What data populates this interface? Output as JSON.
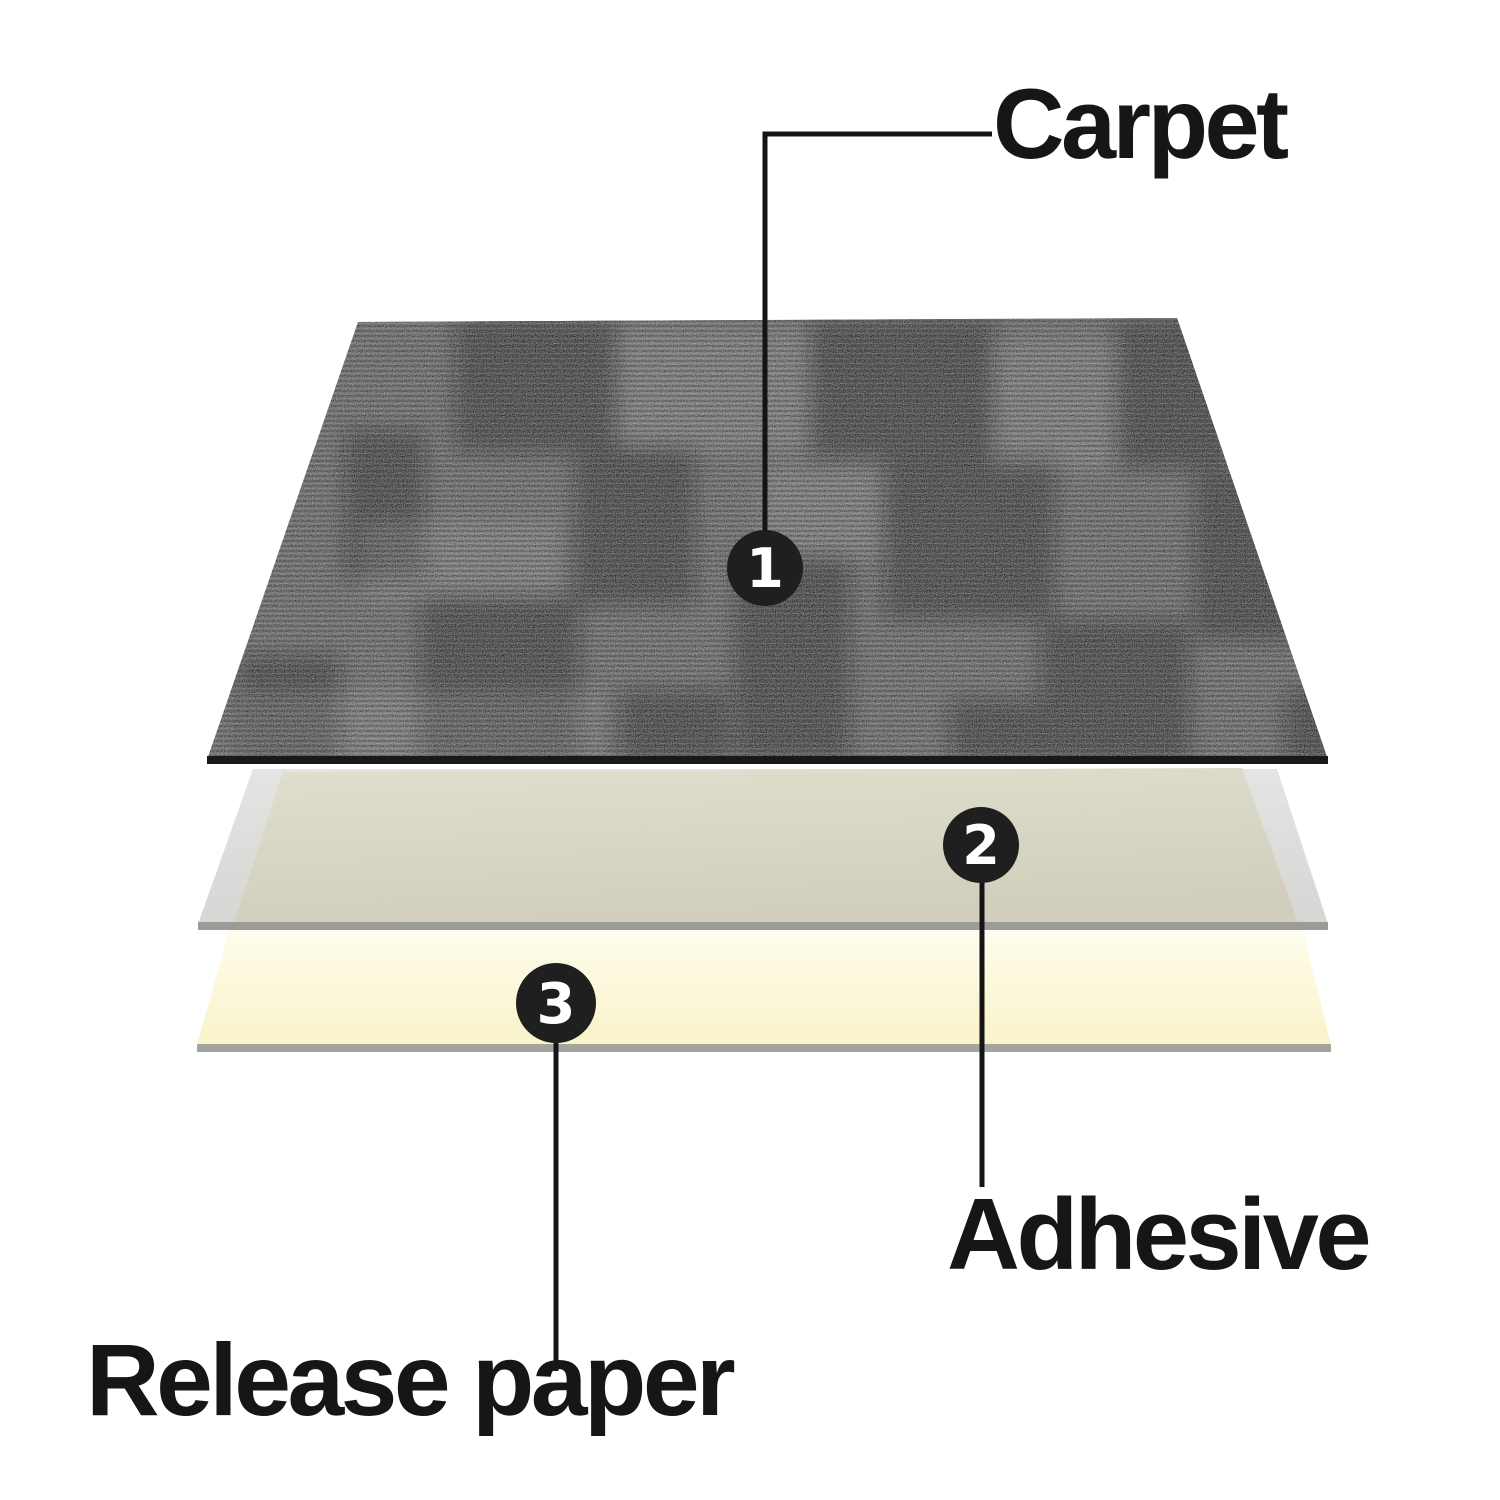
{
  "diagram": {
    "type": "layer-exploded-view",
    "layers": [
      {
        "id": "carpet",
        "number": "1",
        "label": "Carpet"
      },
      {
        "id": "adhesive",
        "number": "2",
        "label": "Adhesive"
      },
      {
        "id": "release_paper",
        "number": "3",
        "label": "Release paper"
      }
    ]
  },
  "colors": {
    "background": "#ffffff",
    "label_text": "#161616",
    "leader_line": "#141414",
    "badge_bg": "#1f1f1f",
    "badge_text": "#ffffff",
    "carpet_base": "#3f3f3f",
    "carpet_edge": "#191919",
    "adhesive_backing_light": "#e4e4e3",
    "adhesive_backing": "#d6d6d4",
    "adhesive_fill_light": "#e0decd",
    "adhesive_fill": "#d1cfbc",
    "adhesive_edge_line": "#9c9c96",
    "release_top": "#fefcec",
    "release_bottom": "#f9f3c9",
    "release_edge_line": "#a4a49e"
  }
}
